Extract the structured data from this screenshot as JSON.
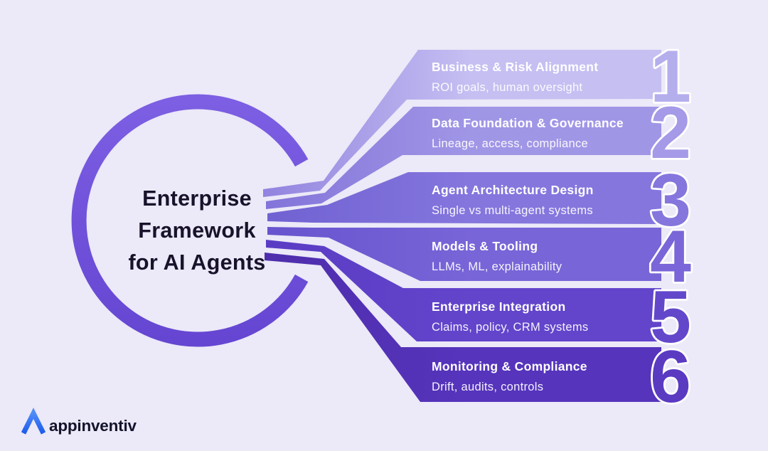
{
  "canvas": {
    "background": "#ECE9F8"
  },
  "hub": {
    "title_lines": [
      "Enterprise",
      "Framework",
      "for AI Agents"
    ],
    "text_color": "#18122B",
    "ring_gradient": [
      "#7C5FE3",
      "#6546D2"
    ]
  },
  "steps": [
    {
      "number": "1",
      "title": "Business & Risk Alignment",
      "subtitle": "ROI goals, human oversight",
      "color_tip": "#9183DF",
      "color_band": "#C5BFF2",
      "number_fill": "#B5AEED"
    },
    {
      "number": "2",
      "title": "Data Foundation & Governance",
      "subtitle": "Lineage, access, compliance",
      "color_tip": "#8273D9",
      "color_band": "#A096E6",
      "number_fill": "#A49AE8"
    },
    {
      "number": "3",
      "title": "Agent Architecture Design",
      "subtitle": "Single vs multi-agent systems",
      "color_tip": "#7061D2",
      "color_band": "#8476DD",
      "number_fill": "#8576DD"
    },
    {
      "number": "4",
      "title": "Models & Tooling",
      "subtitle": "LLMs, ML, explainability",
      "color_tip": "#6753CE",
      "color_band": "#7865D7",
      "number_fill": "#7A66D8"
    },
    {
      "number": "5",
      "title": "Enterprise Integration",
      "subtitle": "Claims, policy, CRM systems",
      "color_tip": "#5A3CC4",
      "color_band": "#6245CB",
      "number_fill": "#6347CB"
    },
    {
      "number": "6",
      "title": "Monitoring & Compliance",
      "subtitle": "Drift, audits, controls",
      "color_tip": "#4E2EAC",
      "color_band": "#5634BC",
      "number_fill": "#5B3AC2"
    }
  ],
  "brand": {
    "name": "appinventiv",
    "mark_gradient": [
      "#4F8CF7",
      "#1D5BEB"
    ],
    "text_color": "#12142B"
  }
}
